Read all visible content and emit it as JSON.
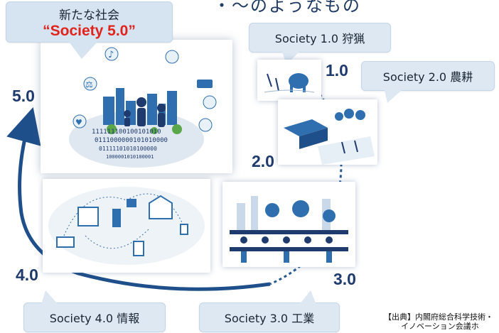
{
  "header_fragment": "・～のようなもの",
  "society5": {
    "heading": "新たな社会",
    "name": "“Society 5.0”",
    "stage_number": "5.0"
  },
  "stages": [
    {
      "label": "Society 1.0 狩猟",
      "number": "1.0"
    },
    {
      "label": "Society 2.0 農耕",
      "number": "2.0"
    },
    {
      "label": "Society 3.0 工業",
      "number": "3.0"
    },
    {
      "label": "Society 4.0 情報",
      "number": "4.0"
    }
  ],
  "binary_lines": [
    "111111100100101010",
    "0111000000101010000",
    "01111101010100000",
    "1000001010100001"
  ],
  "source": {
    "line1": "【出典】内閣府総合科学技術・",
    "line2": "イノベーション会議ホ"
  },
  "colors": {
    "accent_red": "#e0231c",
    "navy": "#1f3b6e",
    "callout_bg": "#dde8f3",
    "panel_blue": "#2f6fb0"
  }
}
